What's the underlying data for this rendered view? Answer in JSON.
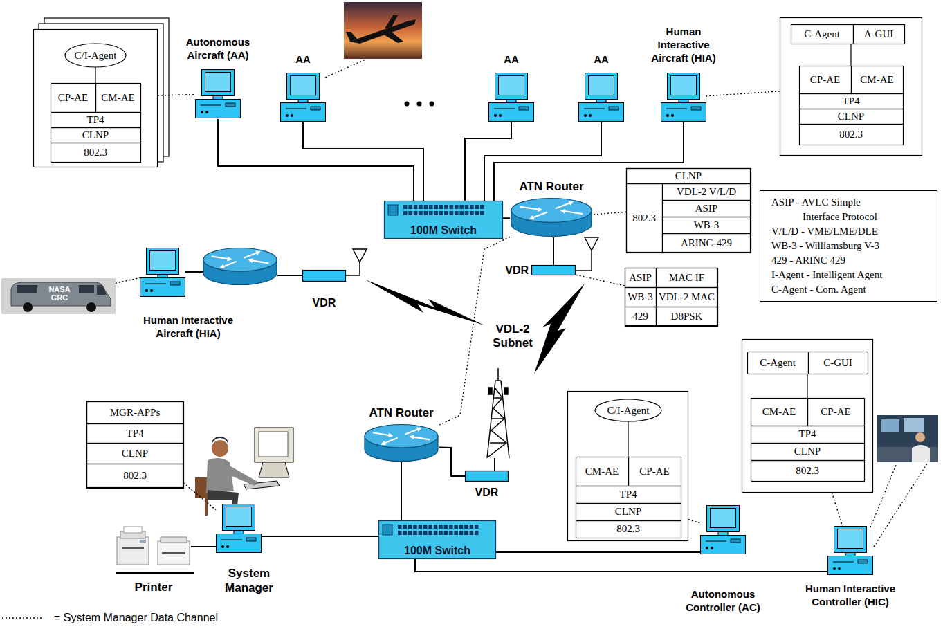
{
  "diagram": {
    "nodes": [
      {
        "text": [
          "Autonomous Aircraft (AA)"
        ]
      },
      {
        "text": [
          "AA"
        ]
      },
      {
        "text": [
          "AA"
        ]
      },
      {
        "text": [
          "AA"
        ]
      },
      {
        "text": [
          "Human Interactive Aircraft (HIA)"
        ]
      },
      {
        "text": [
          "C/I-Agent",
          "CP-AE",
          "CM-AE",
          "TP4",
          "CLNP",
          "802.3"
        ]
      },
      {
        "text": [
          "C-Agent",
          "A-GUI",
          "CP-AE",
          "CM-AE",
          "TP4",
          "CLNP",
          "802.3"
        ]
      },
      {
        "text": [
          "100M Switch"
        ]
      },
      {
        "text": [
          "ATN Router"
        ]
      },
      {
        "text": [
          "CLNP",
          "802.3",
          "VDL-2 V/L/D",
          "ASIP",
          "WB-3",
          "ARINC-429"
        ]
      },
      {
        "text": [
          "VDR"
        ]
      },
      {
        "text": [
          "ASIP",
          "MAC IF",
          "WB-3",
          "VDL-2 MAC",
          "429",
          "D8PSK"
        ]
      },
      {
        "text": [
          "ASIP - AVLC Simple Interface Protocol",
          "V/L/D - VME/LME/DLE",
          "WB-3 - Williamsburg V-3",
          "429 - ARINC 429",
          "I-Agent - Intelligent Agent",
          "C-Agent - Com. Agent"
        ]
      },
      {
        "text": [
          "NASA GRC"
        ]
      },
      {
        "text": [
          "Human Interactive Aircraft (HIA)"
        ]
      },
      {
        "text": [
          "VDR"
        ]
      },
      {
        "text": [
          "ATN Router"
        ]
      },
      {
        "text": [
          "VDR"
        ]
      },
      {
        "text": [
          "100M Switch"
        ]
      },
      {
        "text": [
          "System Manager"
        ]
      },
      {
        "text": [
          "MGR-APPs",
          "TP4",
          "CLNP",
          "802.3"
        ]
      },
      {
        "text": [
          "Printer"
        ]
      },
      {
        "text": [
          "Autonomous Controller (AC)"
        ]
      },
      {
        "text": [
          "C/I-Agent",
          "CM-AE",
          "CP-AE",
          "TP4",
          "CLNP",
          "802.3"
        ]
      },
      {
        "text": [
          "Human Interactive Controller (HIC)"
        ]
      },
      {
        "text": [
          "C-Agent",
          "C-GUI",
          "CM-AE",
          "CP-AE",
          "TP4",
          "CLNP",
          "802.3"
        ]
      }
    ],
    "edges": [
      {
        "from": 0,
        "to": 7,
        "arrow": "none"
      },
      {
        "from": 1,
        "to": 7,
        "arrow": "none"
      },
      {
        "from": 2,
        "to": 7,
        "arrow": "none"
      },
      {
        "from": 3,
        "to": 7,
        "arrow": "none"
      },
      {
        "from": 4,
        "to": 7,
        "arrow": "none"
      },
      {
        "from": 7,
        "to": 8,
        "arrow": "none"
      },
      {
        "from": 8,
        "to": 10,
        "arrow": "none"
      },
      {
        "from": 5,
        "to": 0,
        "arrow": "none"
      },
      {
        "from": 6,
        "to": 4,
        "arrow": "none"
      },
      {
        "from": 9,
        "to": 8,
        "arrow": "none"
      },
      {
        "from": 11,
        "to": 10,
        "arrow": "none"
      },
      {
        "from": 13,
        "to": 14,
        "arrow": "none"
      },
      {
        "from": 8,
        "to": 16,
        "arrow": "none"
      },
      {
        "from": 16,
        "to": 17,
        "arrow": "none"
      },
      {
        "from": 16,
        "to": 18,
        "arrow": "none"
      },
      {
        "from": 19,
        "to": 18,
        "arrow": "none"
      },
      {
        "from": 18,
        "to": 22,
        "arrow": "none"
      },
      {
        "from": 18,
        "to": 24,
        "arrow": "none"
      },
      {
        "from": 21,
        "to": 19,
        "arrow": "none"
      },
      {
        "from": 20,
        "to": 19,
        "arrow": "none"
      },
      {
        "from": 23,
        "to": 22,
        "arrow": "none"
      },
      {
        "from": 25,
        "to": 24,
        "arrow": "none"
      }
    ],
    "labels": [
      "VDL-2 Subnet"
    ],
    "legend": [
      {
        "text": "= System Manager Data Channel"
      }
    ]
  }
}
